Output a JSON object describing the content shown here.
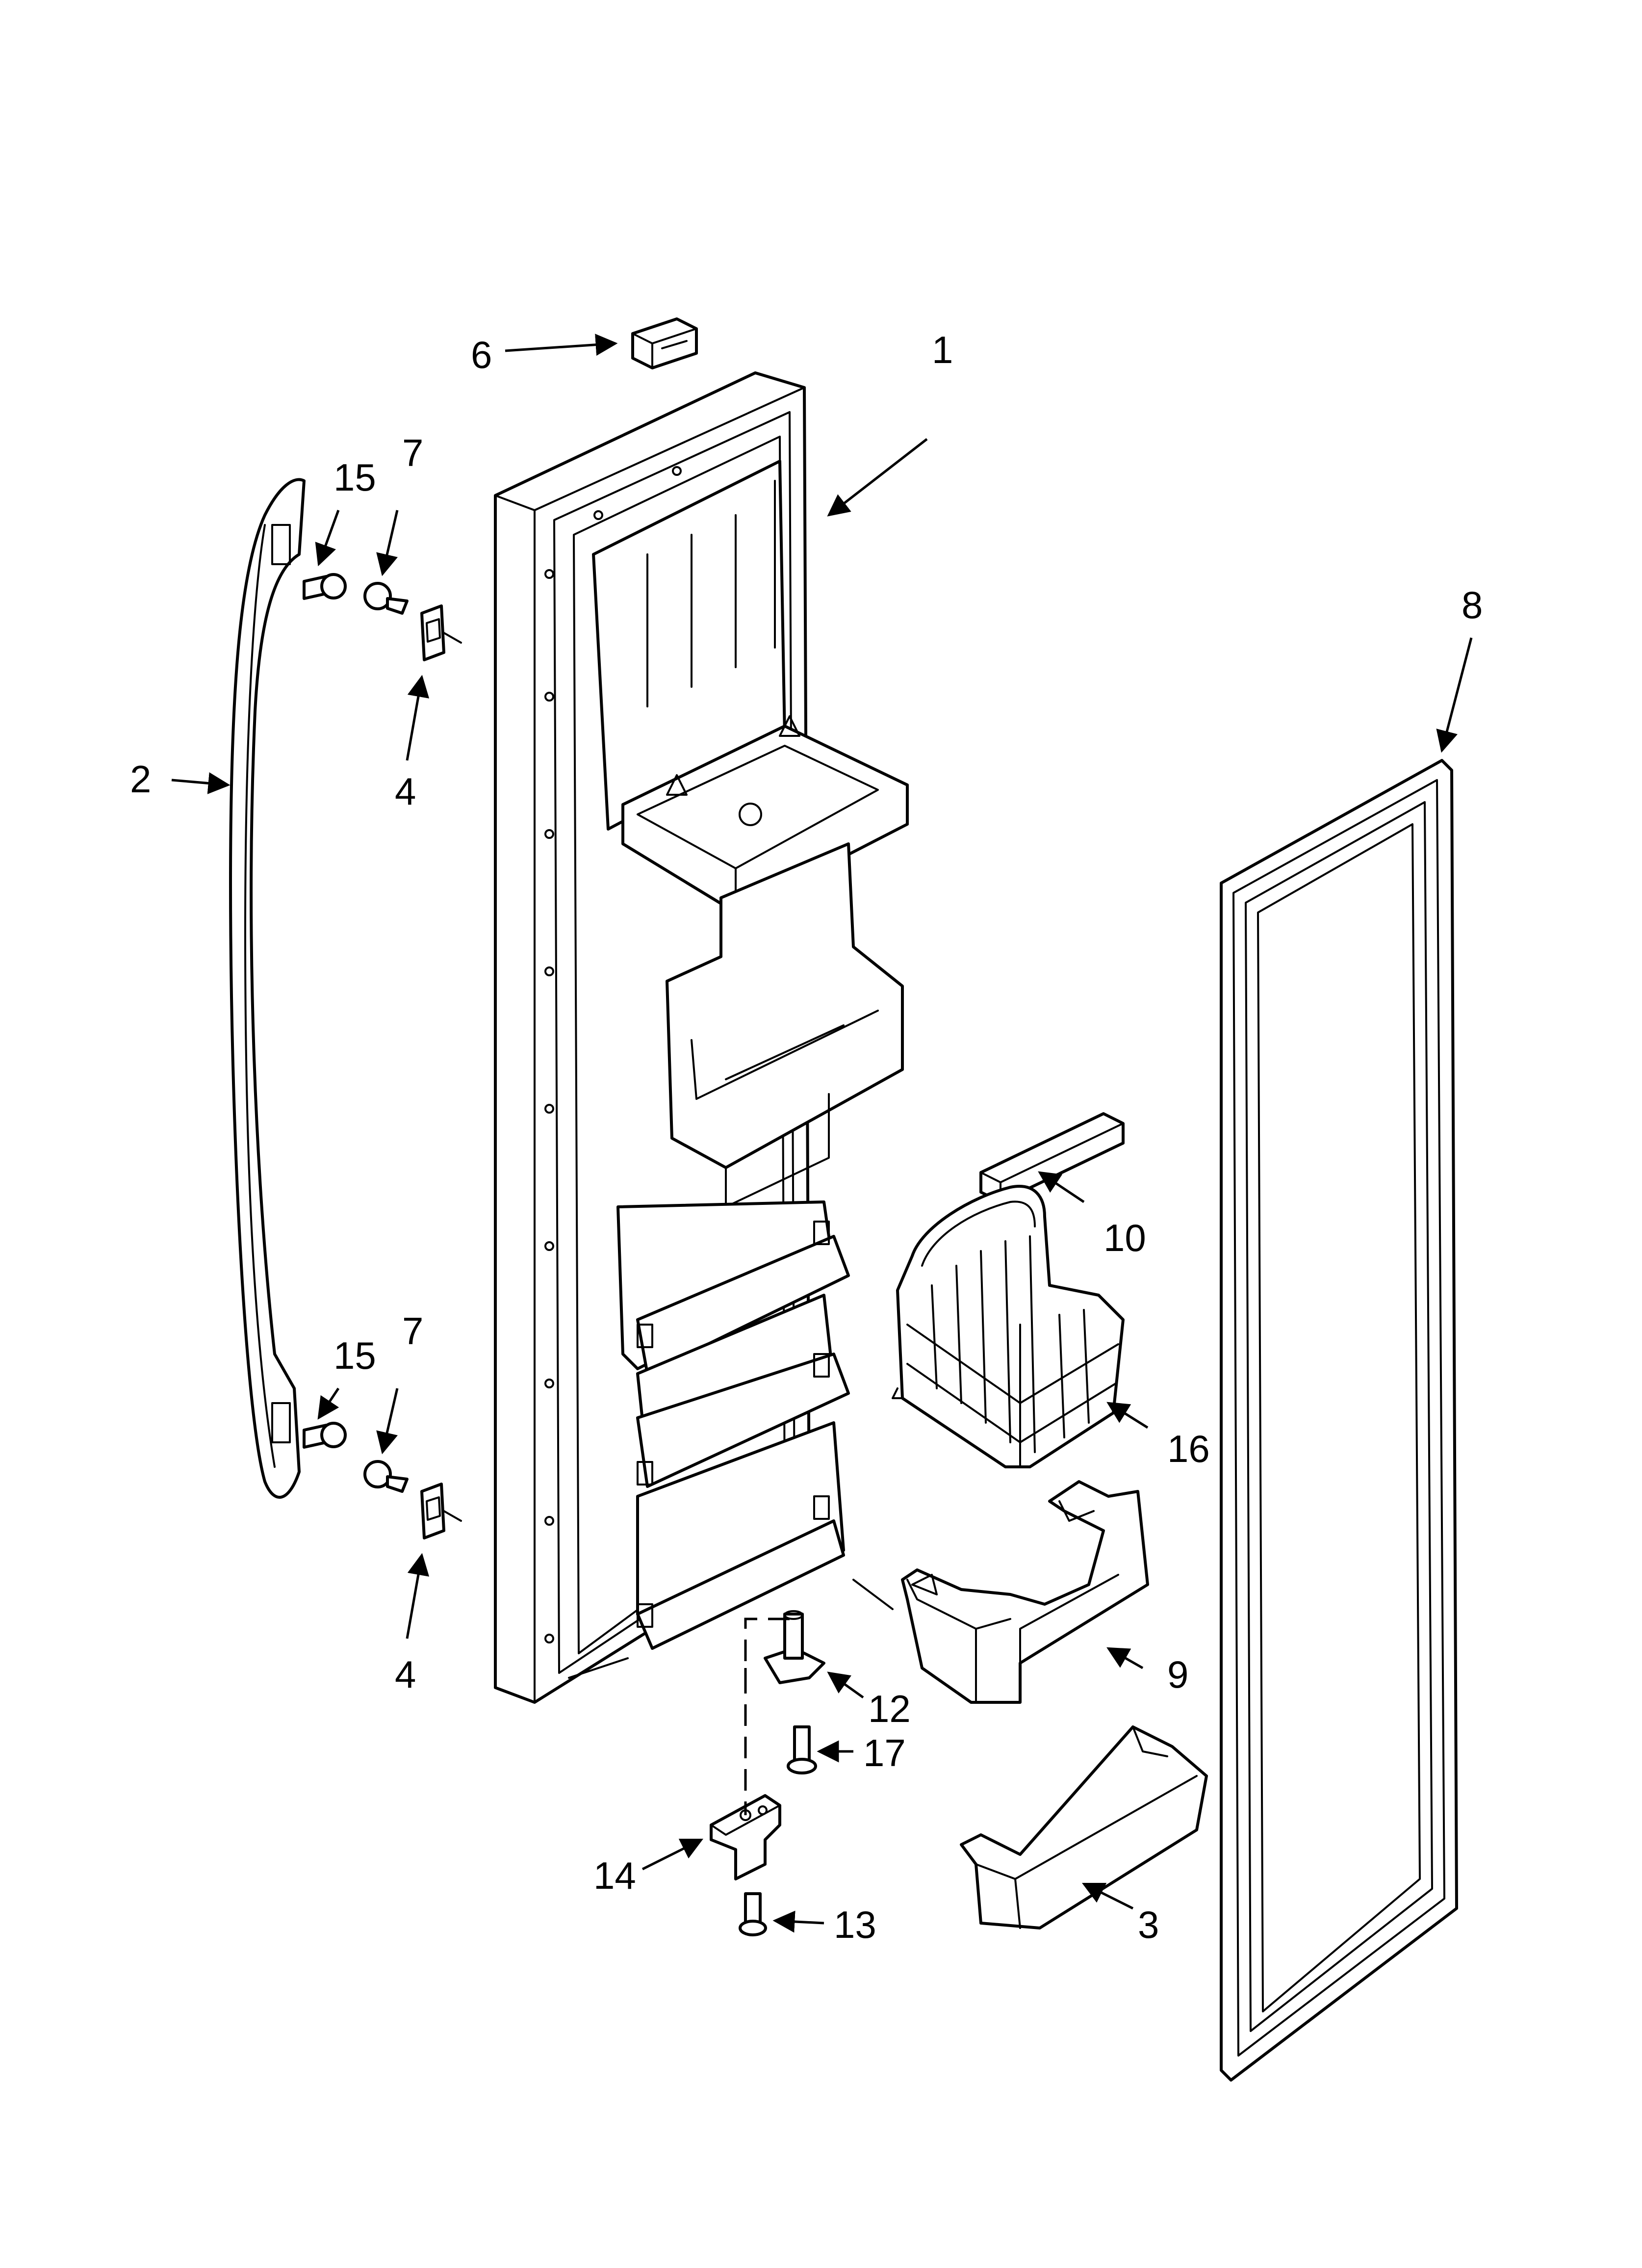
{
  "callouts": {
    "c1": "1",
    "c2": "2",
    "c3": "3",
    "c4a": "4",
    "c4b": "4",
    "c6": "6",
    "c7a": "7",
    "c7b": "7",
    "c8": "8",
    "c9": "9",
    "c10": "10",
    "c12": "12",
    "c13": "13",
    "c14": "14",
    "c15a": "15",
    "c15b": "15",
    "c16": "16",
    "c17": "17"
  },
  "colors": {
    "line": "#000000",
    "background": "#ffffff"
  }
}
